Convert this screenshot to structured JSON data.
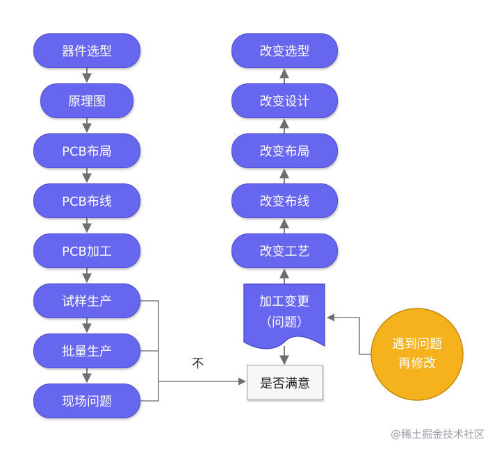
{
  "colors": {
    "node_fill": "#6766ee",
    "node_border": "#4b4ad0",
    "circle_fill": "#f6b21c",
    "connector": "#7f7f7f",
    "decision_fill": "#f7f7f7"
  },
  "left_chain": [
    {
      "id": "component-selection",
      "label": "器件选型"
    },
    {
      "id": "schematic",
      "label": "原理图"
    },
    {
      "id": "pcb-layout",
      "label": "PCB布局"
    },
    {
      "id": "pcb-routing",
      "label": "PCB布线"
    },
    {
      "id": "pcb-fabrication",
      "label": "PCB加工"
    },
    {
      "id": "trial-production",
      "label": "试样生产"
    },
    {
      "id": "mass-production",
      "label": "批量生产"
    },
    {
      "id": "field-issues",
      "label": "现场问题"
    }
  ],
  "right_chain": [
    {
      "id": "change-selection",
      "label": "改变选型"
    },
    {
      "id": "change-design",
      "label": "改变设计"
    },
    {
      "id": "change-layout",
      "label": "改变布局"
    },
    {
      "id": "change-routing",
      "label": "改变布线"
    },
    {
      "id": "change-process",
      "label": "改变工艺"
    }
  ],
  "document_node": {
    "line1": "加工变更",
    "line2": "（问题）"
  },
  "decision_node": {
    "label": "是否满意"
  },
  "issue_circle": {
    "line1": "遇到问题",
    "line2": "再修改"
  },
  "edge_label_not": "不",
  "watermark": "@稀土掘金技术社区"
}
